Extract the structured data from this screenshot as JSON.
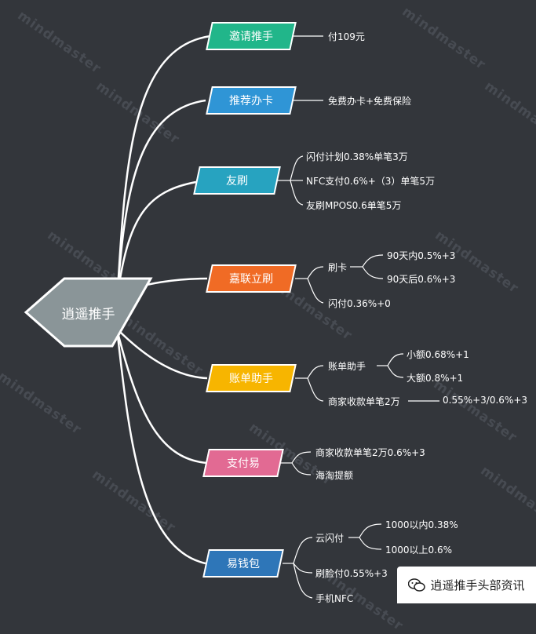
{
  "watermark": {
    "text": "mindmaster"
  },
  "root": {
    "label": "逍遥推手"
  },
  "branches": [
    {
      "label": "邀请推手",
      "color": "#21b68a",
      "leaves": [
        "付109元"
      ]
    },
    {
      "label": "推荐办卡",
      "color": "#2f95d6",
      "leaves": [
        "免费办卡+免费保险"
      ]
    },
    {
      "label": "友刷",
      "color": "#27a3c0",
      "leaves": [
        "闪付计划0.38%单笔3万",
        "NFC支付0.6%+（3）单笔5万",
        "友刷MPOS0.6单笔5万"
      ]
    },
    {
      "label": "嘉联立刷",
      "color": "#f06b25",
      "leaves": [
        "刷卡",
        "90天内0.5%+3",
        "90天后0.6%+3",
        "闪付0.36%+0"
      ]
    },
    {
      "label": "账单助手",
      "color": "#f7b500",
      "leaves": [
        "账单助手",
        "小额0.68%+1",
        "大额0.8%+1",
        "商家收款单笔2万",
        "0.55%+3/0.6%+3"
      ]
    },
    {
      "label": "支付易",
      "color": "#e26a93",
      "leaves": [
        "商家收款单笔2万0.6%+3",
        "海淘提额"
      ]
    },
    {
      "label": "易钱包",
      "color": "#2e76b8",
      "leaves": [
        "云闪付",
        "1000以内0.38%",
        "1000以上0.6%",
        "刷脸付0.55%+3",
        "手机NFC"
      ]
    }
  ],
  "badge": {
    "text": "逍遥推手头部资讯"
  }
}
